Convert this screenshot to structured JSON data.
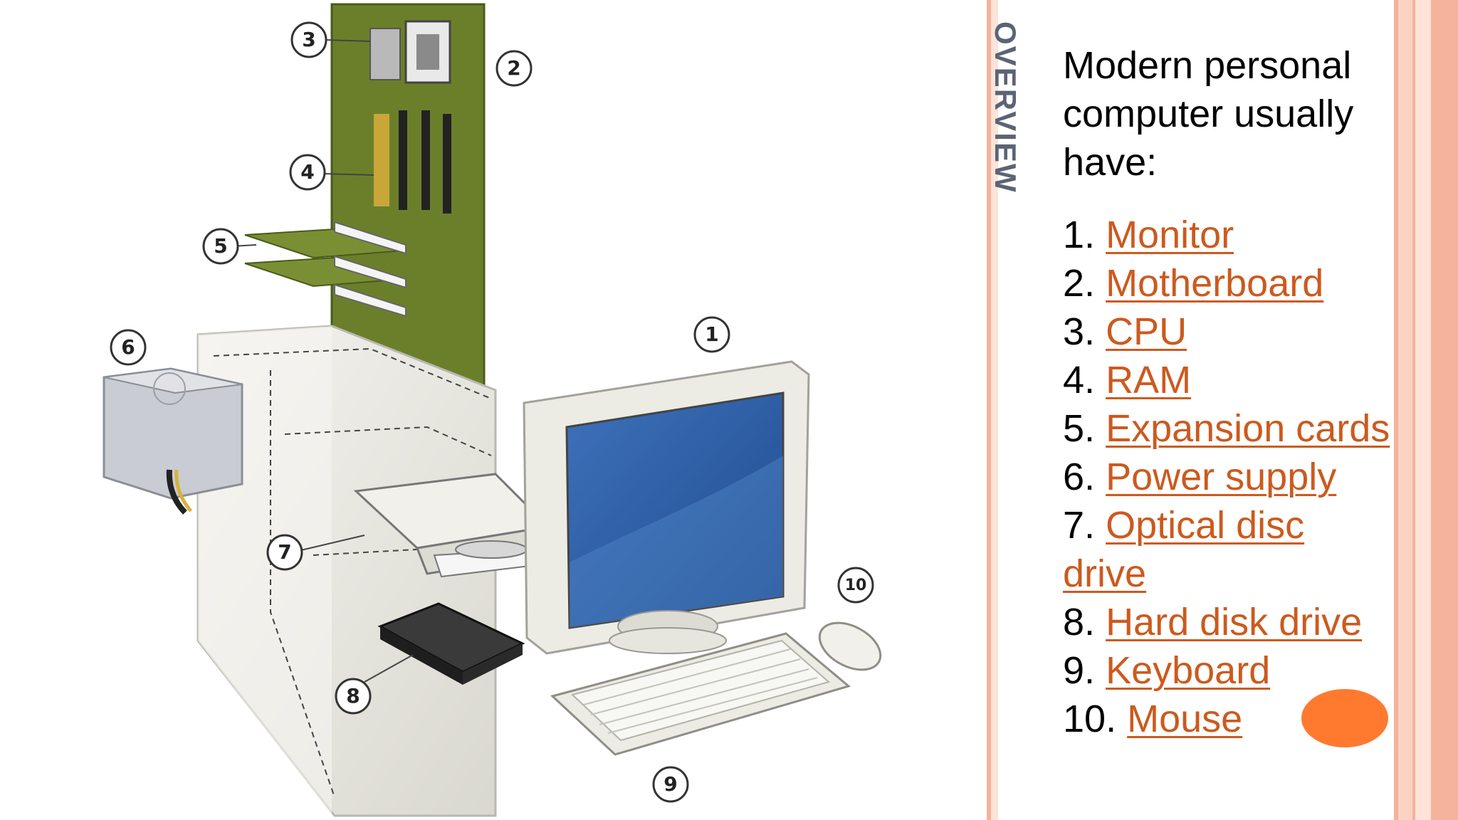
{
  "slide": {
    "section_title": "OVERVIEW",
    "intro": "Modern personal computer usually have:",
    "components": [
      {
        "number": "1.",
        "label": "Monitor"
      },
      {
        "number": "2.",
        "label": "Motherboard"
      },
      {
        "number": "3.",
        "label": "CPU"
      },
      {
        "number": "4.",
        "label": "RAM"
      },
      {
        "number": "5.",
        "label": "Expansion cards"
      },
      {
        "number": "6.",
        "label": "Power supply"
      },
      {
        "number": "7.",
        "label": "Optical disc drive"
      },
      {
        "number": "8.",
        "label": "Hard disk drive"
      },
      {
        "number": "9.",
        "label": "Keyboard"
      },
      {
        "number": "10.",
        "label": "Mouse"
      }
    ]
  },
  "diagram": {
    "callouts": [
      "1",
      "2",
      "3",
      "4",
      "5",
      "6",
      "7",
      "8",
      "9",
      "10"
    ]
  },
  "colors": {
    "link": "#cc5a1e",
    "stripe_light": "#fbd3c3",
    "stripe_mid": "#f5b19a",
    "stripe_dark": "#f08f70",
    "motherboard": "#6b7f2a",
    "screen": "#2c5ca3",
    "cursor_highlight": "#ff7a2f",
    "title_gray": "#5b6474"
  }
}
